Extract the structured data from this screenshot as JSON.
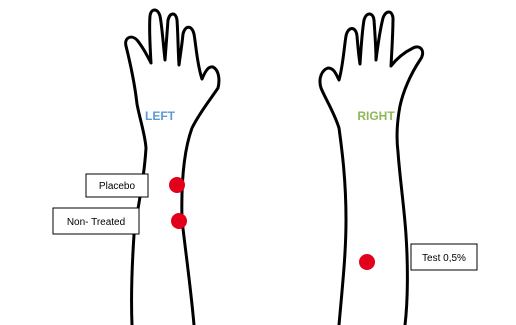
{
  "arms": {
    "left": {
      "label": "LEFT",
      "label_color": "#5b9bd5"
    },
    "right": {
      "label": "RIGHT",
      "label_color": "#8fb85a"
    }
  },
  "sites": {
    "placebo": {
      "label": "Placebo",
      "dot_color": "#e3001b"
    },
    "non_treated": {
      "label": "Non- Treated",
      "dot_color": "#e3001b"
    },
    "test": {
      "label": "Test 0,5%",
      "dot_color": "#e3001b"
    }
  }
}
